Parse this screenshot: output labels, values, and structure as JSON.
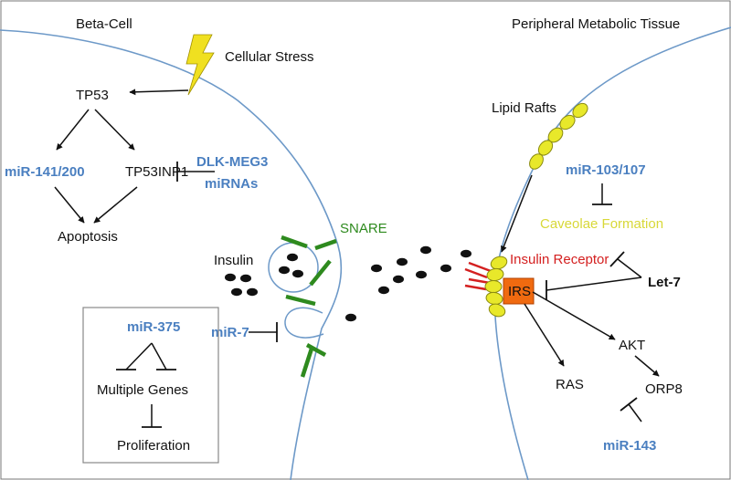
{
  "diagram": {
    "colors": {
      "membrane": "#6d99c8",
      "mirna": "#4a7fc0",
      "snare": "#2e8a1e",
      "lipid_fill": "#e8e82a",
      "lipid_stroke": "#8a8a10",
      "receptor": "#d42020",
      "irs_fill": "#f06a10",
      "stress": "#f0e020",
      "caveolae_text": "#d8d838",
      "arrow": "#111111"
    },
    "beta_cell": {
      "title": "Beta-Cell",
      "stress": "Cellular Stress",
      "tp53": "TP53",
      "mir141": "miR-141/200",
      "tp53inp1": "TP53INP1",
      "dlk_line1": "DLK-MEG3",
      "dlk_line2": "miRNAs",
      "apoptosis": "Apoptosis",
      "insulin": "Insulin",
      "snare": "SNARE",
      "mir7": "miR-7",
      "mir375": "miR-375",
      "multiple_genes": "Multiple Genes",
      "proliferation": "Proliferation"
    },
    "peripheral": {
      "title": "Peripheral Metabolic Tissue",
      "lipid_rafts": "Lipid Rafts",
      "mir103": "miR-103/107",
      "caveolae": "Caveolae Formation",
      "insulin_receptor": "Insulin Receptor",
      "irs": "IRS",
      "let7": "Let-7",
      "akt": "AKT",
      "ras": "RAS",
      "orp8": "ORP8",
      "mir143": "miR-143"
    }
  }
}
